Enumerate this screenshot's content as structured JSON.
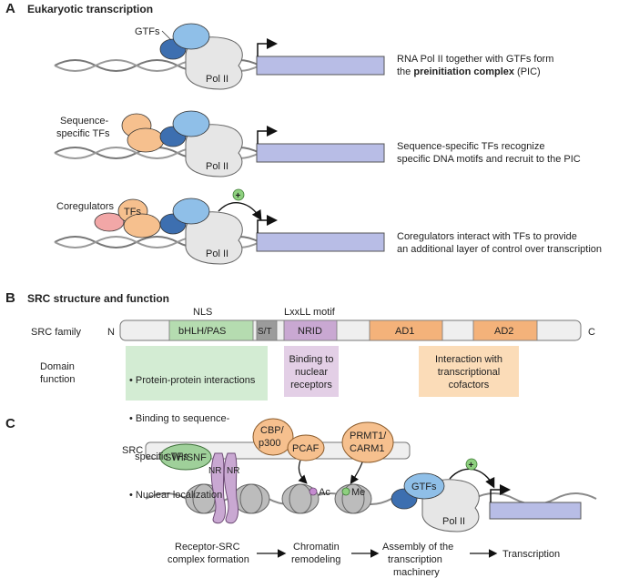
{
  "panel_a": {
    "letter": "A",
    "title": "Eukaryotic transcription",
    "gtfs_label": "GTFs",
    "pol_label": "Pol II",
    "seq_label_1": "Sequence-",
    "seq_label_2": "specific TFs",
    "coreg_label": "Coregulators",
    "tfs_label": "TFs",
    "plus_sign": "+",
    "desc1_line1": "RNA Pol II together with GTFs form",
    "desc1_line2_pre": "the ",
    "desc1_line2_bold": "preinitiation complex",
    "desc1_line2_post": " (PIC)",
    "desc2_line1": "Sequence-specific TFs recognize",
    "desc2_line2": "specific DNA motifs and recruit to the PIC",
    "desc3_line1": "Coregulators interact with TFs to provide",
    "desc3_line2": "an additional layer of control over transcription"
  },
  "panel_b": {
    "letter": "B",
    "title": "SRC structure and function",
    "nls": "NLS",
    "lxxll": "LxxLL motif",
    "family": "SRC family",
    "n_term": "N",
    "c_term": "C",
    "domains": [
      "bHLH/PAS",
      "S/T",
      "NRID",
      "AD1",
      "AD2"
    ],
    "domain_fn_1": "Domain",
    "domain_fn_2": "function",
    "green_items": [
      "• Protein-protein interactions",
      "• Binding to sequence-",
      "  specific TFs",
      "• Nuclear localization"
    ],
    "purple_lines": [
      "Binding to",
      "nuclear",
      "receptors"
    ],
    "orange_lines": [
      "Interaction with",
      "transcriptional",
      "cofactors"
    ]
  },
  "panel_c": {
    "letter": "C",
    "src": "SRC",
    "swisnf": "SWI/SNF",
    "nr": "NR",
    "cbp1": "CBP/",
    "cbp2": "p300",
    "pcaf": "PCAF",
    "prmt1": "PRMT1/",
    "prmt2": "CARM1",
    "ac": "Ac",
    "me": "Me",
    "gtfs": "GTFs",
    "pol": "Pol II",
    "plus_sign": "+",
    "step1_1": "Receptor-SRC",
    "step1_2": "complex formation",
    "step2_1": "Chromatin",
    "step2_2": "remodeling",
    "step3_1": "Assembly of the",
    "step3_2": "transcription",
    "step3_3": "machinery",
    "step4": "Transcription"
  },
  "colors": {
    "blue_light": "#8fbfe8",
    "blue_dark": "#3d6fb0",
    "orange": "#f6c08e",
    "pink": "#f2a7a7",
    "gene": "#b8bde6",
    "pol": "#e6e6e6",
    "green_box": "#d3ecd3",
    "green_domain": "#b5dcb0",
    "purple_box": "#e3cfe6",
    "purple_domain": "#c9a8d2",
    "orange_box": "#fbdcb8",
    "orange_domain": "#f4b27a",
    "swisnf": "#9fd09a",
    "nucleosome": "#bcbcbc"
  }
}
